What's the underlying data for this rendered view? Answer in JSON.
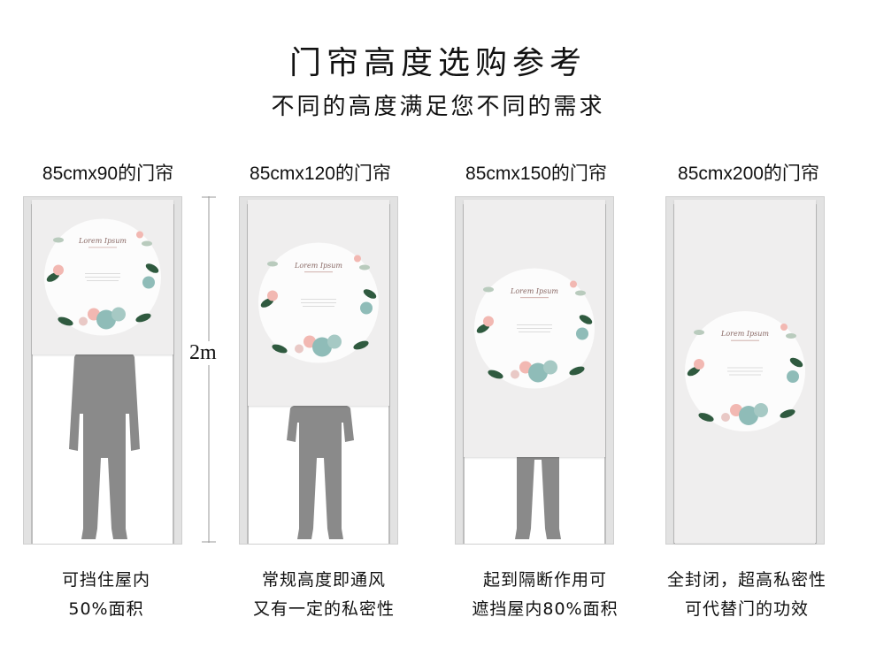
{
  "header": {
    "title": "门帘高度选购参考",
    "subtitle": "不同的高度满足您不同的需求"
  },
  "ruler": {
    "label": "2m"
  },
  "columns": [
    {
      "label": "85cmx90的门帘",
      "caption_line1": "可挡住屋内",
      "caption_line2": "50%面积",
      "curtain_fraction": 0.45
    },
    {
      "label": "85cmx120的门帘",
      "caption_line1": "常规高度即通风",
      "caption_line2": "又有一定的私密性",
      "curtain_fraction": 0.6
    },
    {
      "label": "85cmx150的门帘",
      "caption_line1": "起到隔断作用可",
      "caption_line2": "遮挡屋内80%面积",
      "curtain_fraction": 0.75
    },
    {
      "label": "85cmx200的门帘",
      "caption_line1": "全封闭，超高私密性",
      "caption_line2": "可代替门的功效",
      "curtain_fraction": 1.0
    }
  ],
  "curtain_script_text": "Lorem Ipsum",
  "colors": {
    "door": "#e2e2e2",
    "curtain": "#efeeee",
    "person": "#8a8a8a",
    "leaf": "#2f5a3f",
    "flower_pink": "#f2b8b2",
    "flower_teal": "#8fbcb8"
  }
}
